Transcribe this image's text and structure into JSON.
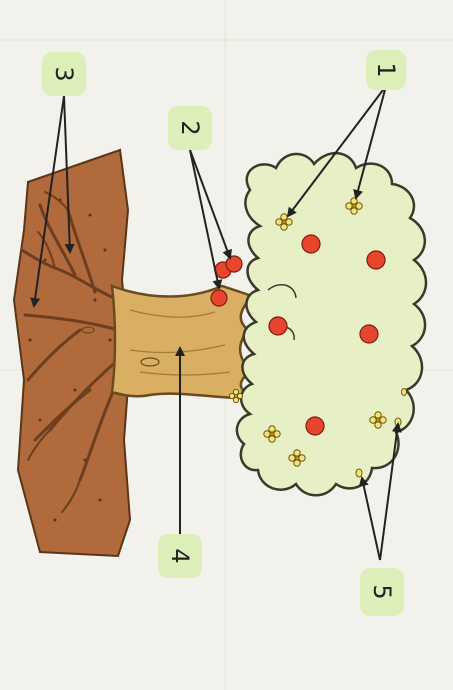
{
  "callouts": [
    {
      "id": "1",
      "label": "1"
    },
    {
      "id": "2",
      "label": "2"
    },
    {
      "id": "3",
      "label": "3"
    },
    {
      "id": "4",
      "label": "4"
    },
    {
      "id": "5",
      "label": "5"
    }
  ],
  "colors": {
    "page": "#f2f1ec",
    "soil": "#b06a3c",
    "roots": "#6b3f1f",
    "trunk": "#d9b063",
    "trunk_outline": "#6b4a1e",
    "canopy": "#e6f0c4",
    "canopy_outline": "#3a3a2a",
    "fruit": "#e8452e",
    "flower": "#f6e27a",
    "label_bg": "#dcefb8",
    "arrow": "#222222"
  },
  "icons": {
    "fruit": "fruit-icon",
    "flower": "flower-icon",
    "bud": "bud-icon"
  }
}
